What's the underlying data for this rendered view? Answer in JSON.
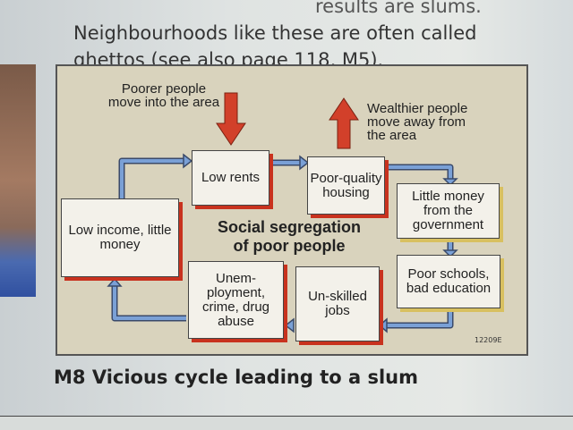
{
  "page_text": {
    "line1": "results are slums.",
    "line2": "Neighbourhoods like these are often called",
    "line3": "ghettos (see also page 118, M5)."
  },
  "diagram": {
    "poorer_label": "Poorer people move into the area",
    "wealthier_label": "Wealthier people move away from the area",
    "center": "Social segregation of poor people",
    "boxes": [
      "Low income, little money",
      "Low rents",
      "Poor-quality housing",
      "Little money from the government",
      "Poor schools, bad education",
      "Un-skilled jobs",
      "Unem-ployment, crime, drug abuse"
    ],
    "code": "12209E"
  },
  "caption": "M8 Vicious cycle leading to a slum",
  "colors": {
    "arrow_red": "#d2402a",
    "arrow_blue": "#6a8fc8",
    "box_shadow_red": "#c8321e",
    "box_shadow_yellow": "#d8c060"
  }
}
